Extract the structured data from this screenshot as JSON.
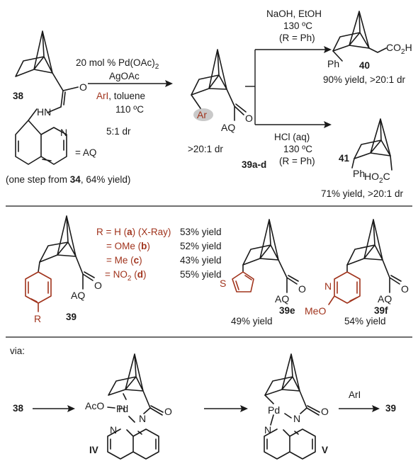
{
  "compounds": {
    "c38": "38",
    "c39abcd": "39a-d",
    "c40": "40",
    "c41": "41",
    "c39": "39",
    "c39e": "39e",
    "c39f": "39f",
    "c38_b": "38",
    "c39_b": "39",
    "cIV": "IV",
    "cV": "V"
  },
  "reaction1": {
    "cat_prefix": "20 mol % Pd(OAc)",
    "cat_sub": "2",
    "oxidant": "AgOAc",
    "reagent": "ArI",
    "solvent": ", toluene",
    "temp": "110 ºC",
    "dr_start": "5:1 dr",
    "aq_label": "= AQ",
    "origin_pre": "(one step from ",
    "origin_cmpd": "34",
    "origin_post": ", 64% yield)",
    "dr_product": ">20:1 dr"
  },
  "branch_top": {
    "reagent": "NaOH, EtOH",
    "temp": "130 ºC",
    "cond": "(R = Ph)",
    "result": "90% yield, >20:1 dr"
  },
  "branch_bottom": {
    "reagent": "HCl (aq)",
    "temp": "130 ºC",
    "cond": "(R = Ph)",
    "result": "71% yield, >20:1 dr"
  },
  "scope": {
    "rows": [
      {
        "eq": "R = H (",
        "letter": "a",
        "post": ") (X-Ray)",
        "yield": "53% yield"
      },
      {
        "eq": "= OMe (",
        "letter": "b",
        "post": ")",
        "yield": "52% yield"
      },
      {
        "eq": "= Me (",
        "letter": "c",
        "post": ")",
        "yield": "43% yield"
      },
      {
        "eq": "= NO",
        "sub": "2",
        "pre_letter": " (",
        "letter": "d",
        "post": ")",
        "yield": "55% yield"
      }
    ],
    "yield_39e": "49% yield",
    "yield_39f": "54% yield"
  },
  "mechanism": {
    "via": "via:",
    "reagent": "ArI"
  },
  "atoms": {
    "N": "N",
    "H": "H",
    "O": "O",
    "HN": "HN",
    "AQ": "AQ",
    "Ar": "Ar",
    "Ph": "Ph",
    "R": "R",
    "S": "S",
    "MeO": "MeO",
    "Pd": "Pd",
    "AcO": "AcO",
    "CO2H": "CO",
    "CO2H_sub": "2",
    "CO2H_end": "H",
    "HO2C_pre": "HO",
    "HO2C_sub": "2",
    "HO2C_end": "C"
  }
}
